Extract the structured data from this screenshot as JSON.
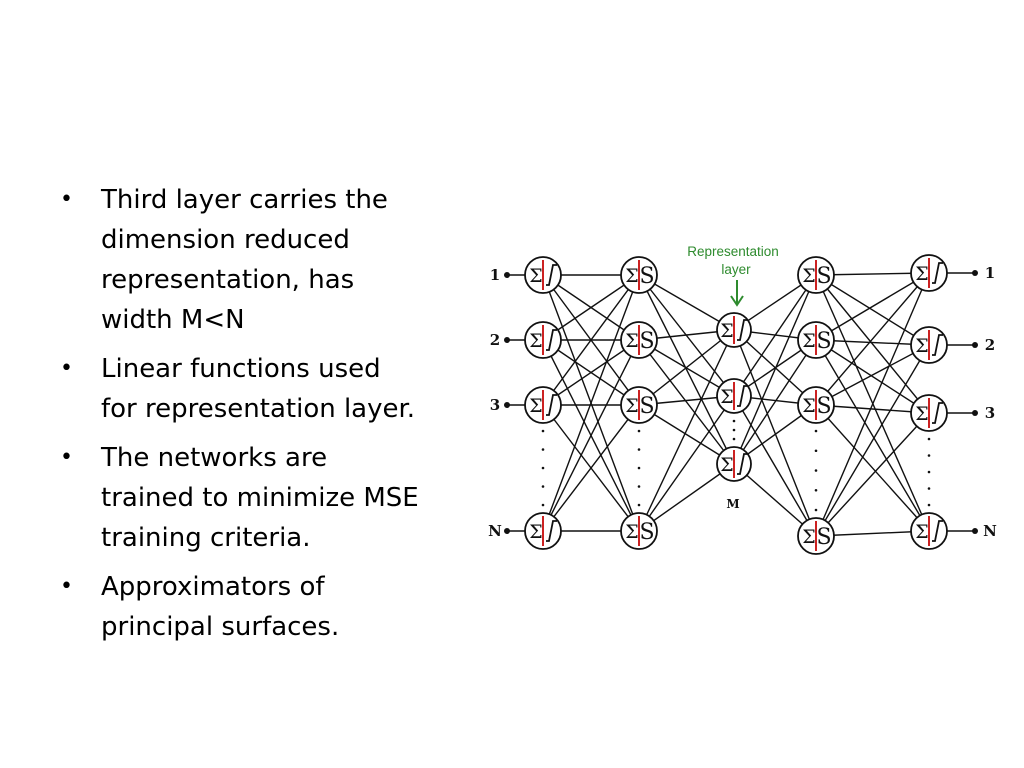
{
  "bullets": [
    "Third layer carries the dimension reduced representation, has width M<N",
    "Linear functions used for representation layer.",
    "The networks are trained to minimize MSE training criteria.",
    "Approximators of principal surfaces."
  ],
  "bullet_lines": [
    [
      "Third layer carries the",
      "dimension reduced",
      "representation, has",
      "width M<N"
    ],
    [
      "Linear functions used",
      "for representation layer."
    ],
    [
      "The networks are",
      "trained to minimize MSE",
      "training criteria."
    ],
    [
      "Approximators of",
      "principal surfaces."
    ]
  ],
  "bullet_symbol": "•",
  "diagram": {
    "input_labels": [
      "1",
      "2",
      "3",
      "N"
    ],
    "output_labels": [
      "1",
      "2",
      "3",
      "N"
    ],
    "middle_label": "M",
    "representation_label_line1": "Representation",
    "representation_label_line2": "layer",
    "sum_symbol": "Σ",
    "sigmoid_symbol": "S",
    "accent_color": "#2e8b2e",
    "divider_color": "#cc2222"
  }
}
